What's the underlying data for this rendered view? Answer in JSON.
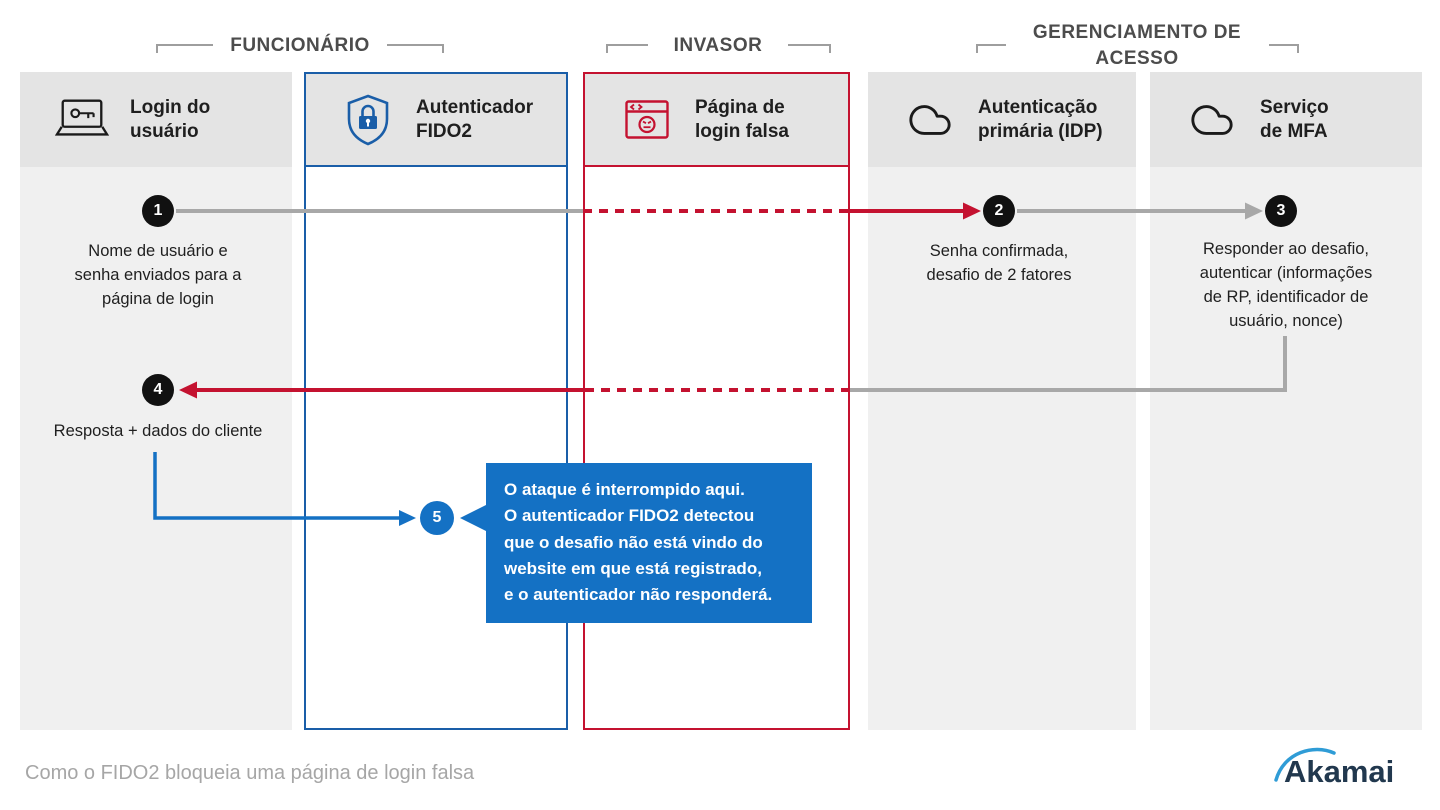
{
  "colors": {
    "blue_border": "#1a5ea8",
    "blue_accent": "#1471c4",
    "red": "#c41230",
    "gray_arrow": "#a8a8a8",
    "header_bg": "#e4e4e4",
    "lane_bg": "#f0f0f0",
    "circle": "#111111",
    "text_dark": "#1f1f1f",
    "label_gray": "#4c4c4c",
    "bracket_gray": "#9e9e9e",
    "caption_gray": "#a6a6a6",
    "logo_navy": "#21384e",
    "logo_blue": "#2f9cd6"
  },
  "groups": [
    {
      "label": "FUNCIONÁRIO"
    },
    {
      "label": "INVASOR"
    },
    {
      "label": "GERENCIAMENTO DE\nACESSO"
    }
  ],
  "columns": [
    {
      "title": "Login do\nusuário",
      "icon": "laptop-key-icon",
      "style": "gray"
    },
    {
      "title": "Autenticador\nFIDO2",
      "icon": "shield-lock-icon",
      "style": "blue"
    },
    {
      "title": "Página de\nlogin falsa",
      "icon": "fake-browser-icon",
      "style": "red"
    },
    {
      "title": "Autenticação\nprimária (IDP)",
      "icon": "cloud-icon",
      "style": "gray"
    },
    {
      "title": "Serviço\nde MFA",
      "icon": "cloud-icon",
      "style": "gray"
    }
  ],
  "steps": [
    {
      "num": "1",
      "text": "Nome de usuário e\nsenha enviados para a\npágina de login"
    },
    {
      "num": "2",
      "text": "Senha confirmada,\ndesafio de 2 fatores"
    },
    {
      "num": "3",
      "text": "Responder ao desafio,\nautenticar (informações\nde RP, identificador de\nusuário, nonce)"
    },
    {
      "num": "4",
      "text": "Resposta + dados do cliente"
    },
    {
      "num": "5",
      "text": ""
    }
  ],
  "callout": {
    "text": "O ataque é interrompido aqui.\nO autenticador FIDO2 detectou\nque o desafio não está vindo do\nwebsite em que está registrado,\ne o autenticador não responderá."
  },
  "caption": "Como o FIDO2 bloqueia uma página de login falsa",
  "logo": {
    "text": "Akamai"
  }
}
